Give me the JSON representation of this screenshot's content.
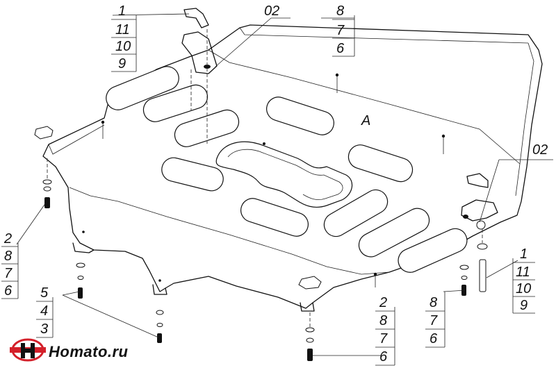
{
  "callouts": {
    "top_left_stack": [
      "1",
      "11",
      "10",
      "9"
    ],
    "top_mid": "02",
    "top_right_stack": [
      "8",
      "7",
      "6"
    ],
    "right_mid": "02",
    "left_stack": [
      "2",
      "8",
      "7",
      "6"
    ],
    "left_bottom_stack": [
      "5",
      "4",
      "3"
    ],
    "bottom_center_stack": [
      "2",
      "8",
      "7",
      "6"
    ],
    "bottom_right_mid_stack": [
      "8",
      "7",
      "6"
    ],
    "bottom_right_stack": [
      "1",
      "11",
      "10",
      "9"
    ],
    "plate_marking": "A"
  },
  "branding": {
    "logo_text": "Homato.ru",
    "logo_color": "#d4202a"
  }
}
